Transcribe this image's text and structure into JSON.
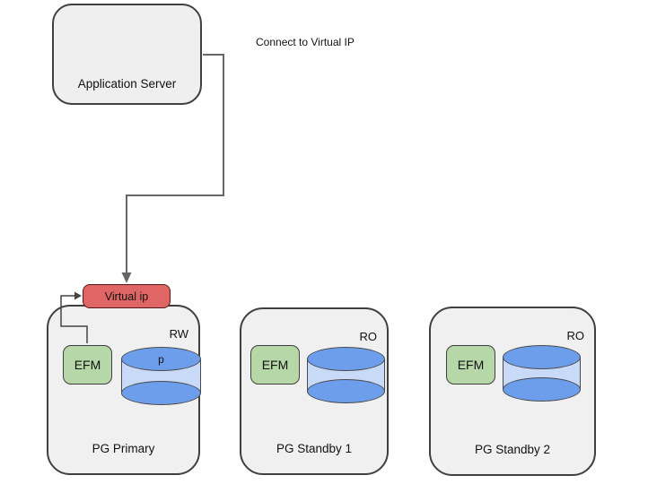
{
  "app_server": {
    "label": "Application Server"
  },
  "annotations": {
    "connect_label": "Connect to Virtual IP"
  },
  "virtual_ip": {
    "label": "Virtual ip"
  },
  "nodes": [
    {
      "label": "PG Primary",
      "efm": "EFM",
      "mode": "RW",
      "db_label": "p"
    },
    {
      "label": "PG Standby 1",
      "efm": "EFM",
      "mode": "RO",
      "db_label": ""
    },
    {
      "label": "PG Standby 2",
      "efm": "EFM",
      "mode": "RO",
      "db_label": ""
    }
  ],
  "colors": {
    "canvas_bg": "#ffffff",
    "node_fill": "#f0f0f0",
    "node_border": "#404040",
    "efm_fill": "#b6d7a8",
    "virtual_ip_fill": "#e06666",
    "db_ellipse_fill": "#6d9eeb",
    "db_body_fill": "#c9daf8",
    "connector_main": "#666666",
    "connector_efm": "#444444"
  }
}
